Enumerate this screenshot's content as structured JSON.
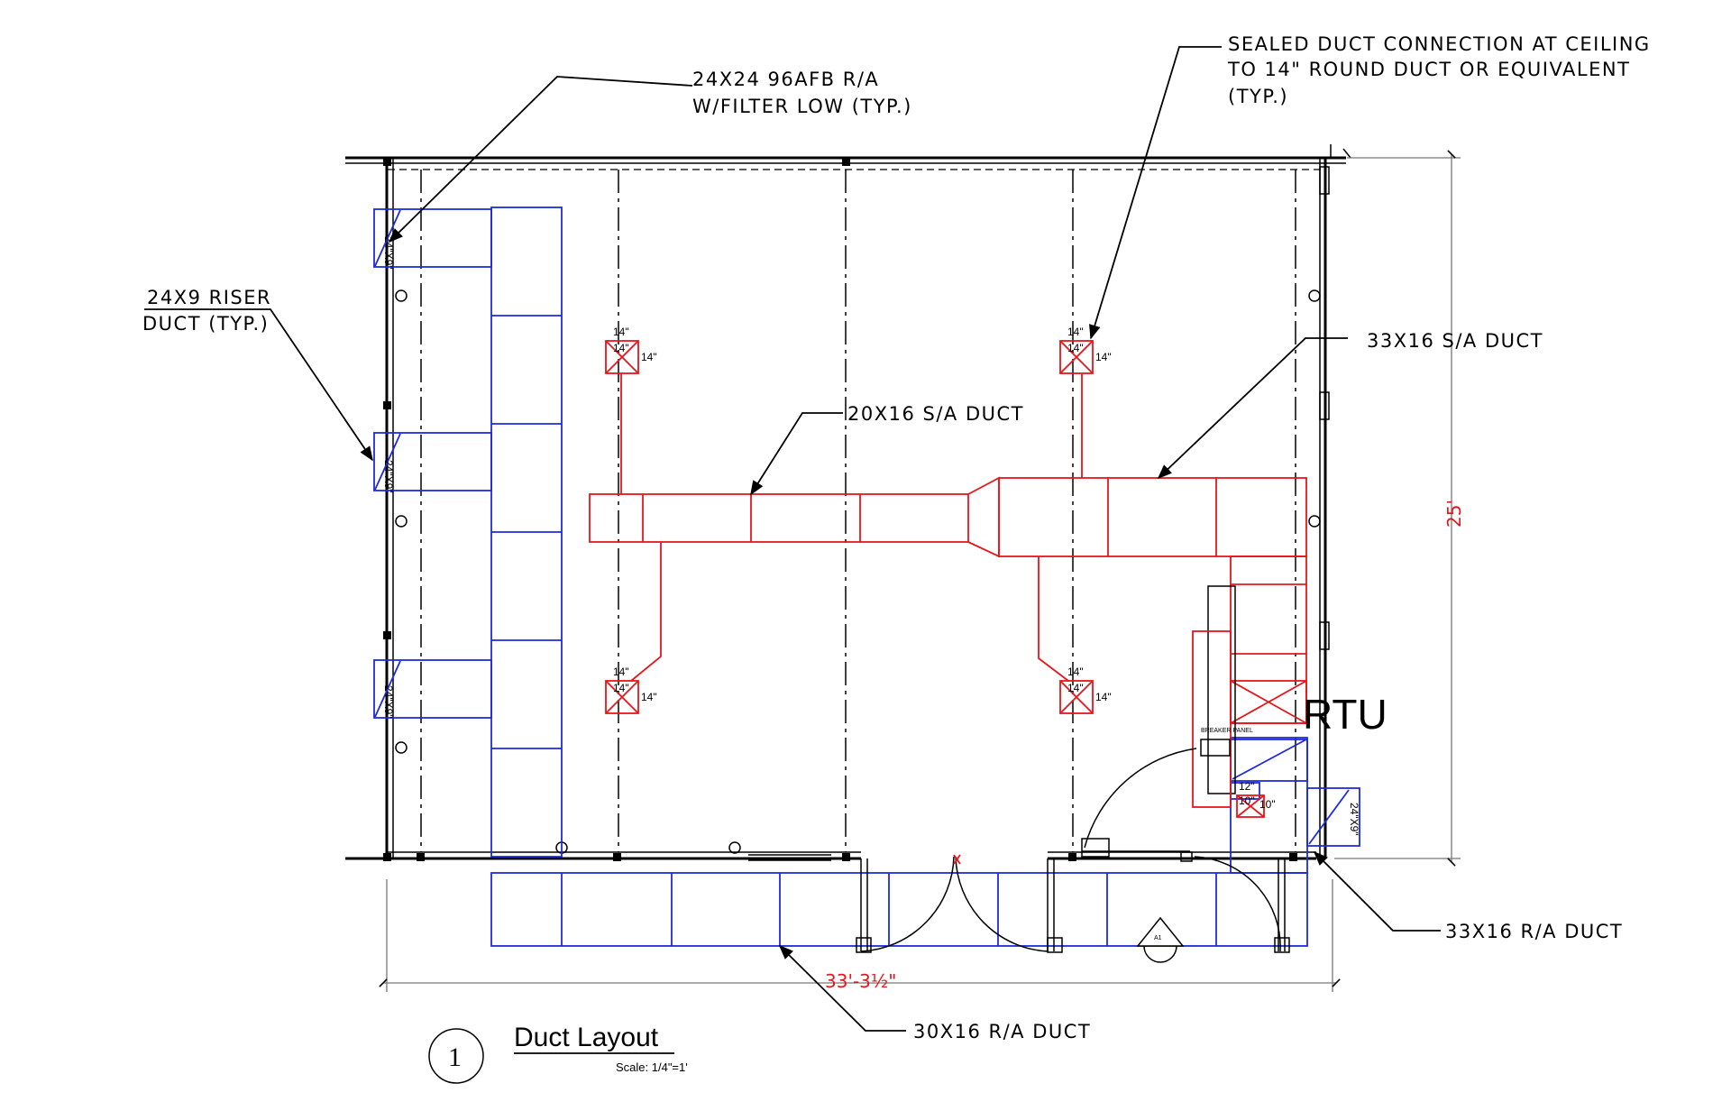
{
  "notes": {
    "return_grille_line1": "24X24 96AFB R/A",
    "return_grille_line2": "W/FILTER LOW (TYP.)",
    "sealed_line1": "SEALED DUCT CONNECTION AT CEILING",
    "sealed_line2": "TO 14\" ROUND DUCT OR EQUIVALENT",
    "sealed_line3": "(TYP.)",
    "riser_line1": "24X9 RISER",
    "riser_line2": "DUCT (TYP.)",
    "sa_33x16": "33X16 S/A DUCT",
    "sa_20x16": "20X16 S/A DUCT",
    "ra_33x16": "33X16 R/A DUCT",
    "ra_30x16": "30X16 R/A DUCT"
  },
  "equipment": {
    "rtu": "RTU",
    "breaker_panel": "BREAKER PANEL",
    "section_mark": "A1"
  },
  "riser_tags": [
    "24\"X9\"",
    "24\"X9\"",
    "24\"X9\"",
    "24\"X9\""
  ],
  "diffusers": [
    {
      "w": "14\"",
      "h": "14\"",
      "label": "14\""
    },
    {
      "w": "14\"",
      "h": "14\"",
      "label": "14\""
    },
    {
      "w": "14\"",
      "h": "14\"",
      "label": "14\""
    },
    {
      "w": "14\"",
      "h": "14\"",
      "label": "14\""
    }
  ],
  "small_diffuser": {
    "w": "12\"",
    "h": "10\"",
    "label": "10\""
  },
  "dimensions": {
    "width": "33'-3½\"",
    "height": "25'"
  },
  "title_block": {
    "number": "1",
    "title": "Duct Layout",
    "scale": "Scale: 1/4\"=1'"
  },
  "colors": {
    "supply_duct": "#e8161b",
    "return_duct": "#1f2bdc",
    "dimension_text": "#e8161b"
  }
}
